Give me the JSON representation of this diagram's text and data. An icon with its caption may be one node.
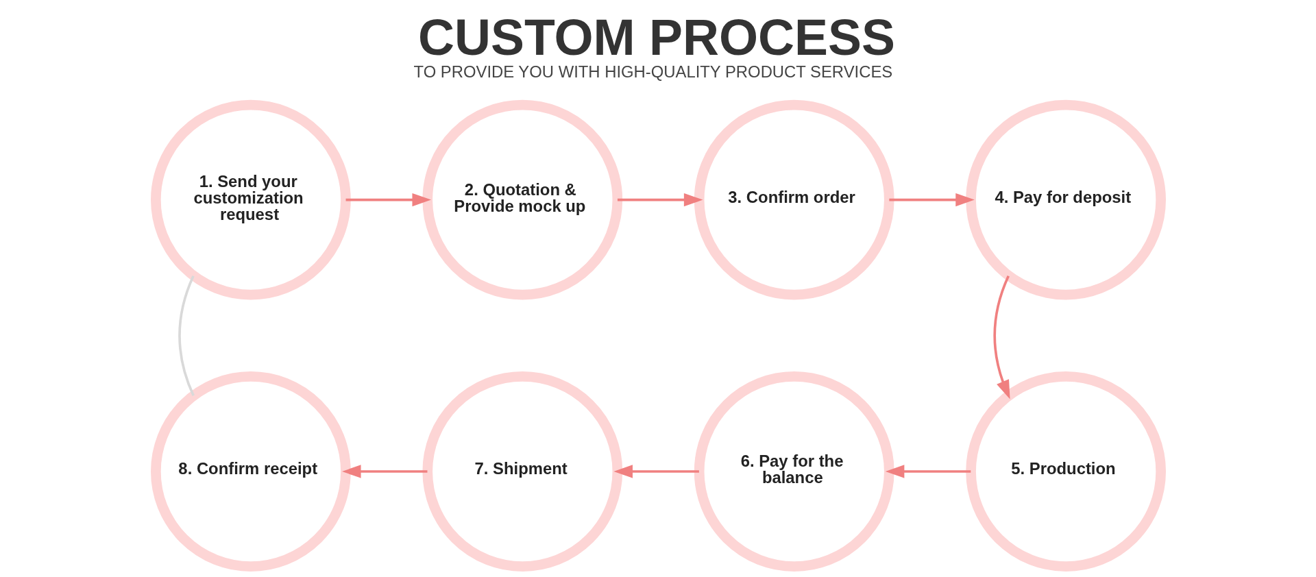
{
  "diagram": {
    "title": "CUSTOM PROCESS",
    "caption": "TO PROVIDE YOU WITH HIGH-QUALITY PRODUCT SERVICES",
    "nodes": [
      {
        "text": [
          "1. Send your customization request"
        ]
      },
      {
        "text": [
          "2. Quotation & Provide mock up"
        ]
      },
      {
        "text": [
          "3. Confirm order"
        ]
      },
      {
        "text": [
          "4. Pay for deposit"
        ]
      },
      {
        "text": [
          "5. Production"
        ]
      },
      {
        "text": [
          "6. Pay for the balance"
        ]
      },
      {
        "text": [
          "7. Shipment"
        ]
      },
      {
        "text": [
          "8. Confirm receipt"
        ]
      }
    ],
    "edges": [
      {
        "from": 0,
        "to": 1,
        "arrow": "to"
      },
      {
        "from": 1,
        "to": 2,
        "arrow": "to"
      },
      {
        "from": 2,
        "to": 3,
        "arrow": "to"
      },
      {
        "from": 3,
        "to": 4,
        "arrow": "to"
      },
      {
        "from": 4,
        "to": 5,
        "arrow": "to"
      },
      {
        "from": 5,
        "to": 6,
        "arrow": "to"
      },
      {
        "from": 6,
        "to": 7,
        "arrow": "to"
      },
      {
        "from": 7,
        "to": 0,
        "arrow": "none",
        "color": "#d9d9d9"
      }
    ]
  }
}
